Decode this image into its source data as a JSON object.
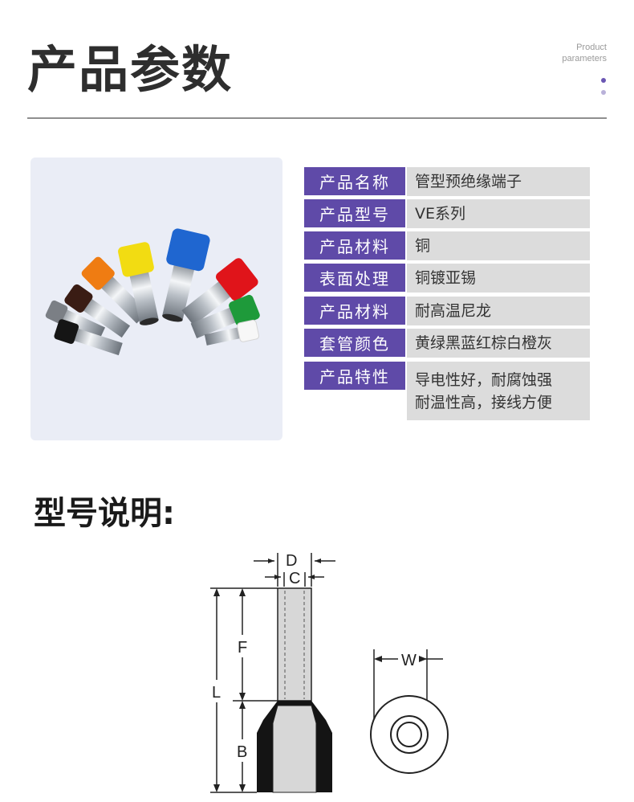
{
  "header": {
    "title": "产品参数",
    "subtitle_line1": "Product",
    "subtitle_line2": "parameters"
  },
  "specs": [
    {
      "label": "产品名称",
      "value": "管型预绝缘端子"
    },
    {
      "label": "产品型号",
      "value": "VE系列"
    },
    {
      "label": "产品材料",
      "value": "铜"
    },
    {
      "label": "表面处理",
      "value": "铜镀亚锡"
    },
    {
      "label": "产品材料",
      "value": "耐高温尼龙"
    },
    {
      "label": "套管颜色",
      "value": "黄绿黑蓝红棕白橙灰"
    },
    {
      "label": "产品特性",
      "value_line1": "导电性好，耐腐蚀强",
      "value_line2": "耐温性高，接线方便"
    }
  ],
  "model_section": {
    "title": "型号说明:",
    "dimension_labels": {
      "D": "D",
      "C": "C",
      "F": "F",
      "L": "L",
      "B": "B",
      "W": "W"
    }
  },
  "colors": {
    "accent": "#5f4aa8",
    "value_bg": "#dcdcdc",
    "rule": "#8f8f8f"
  }
}
